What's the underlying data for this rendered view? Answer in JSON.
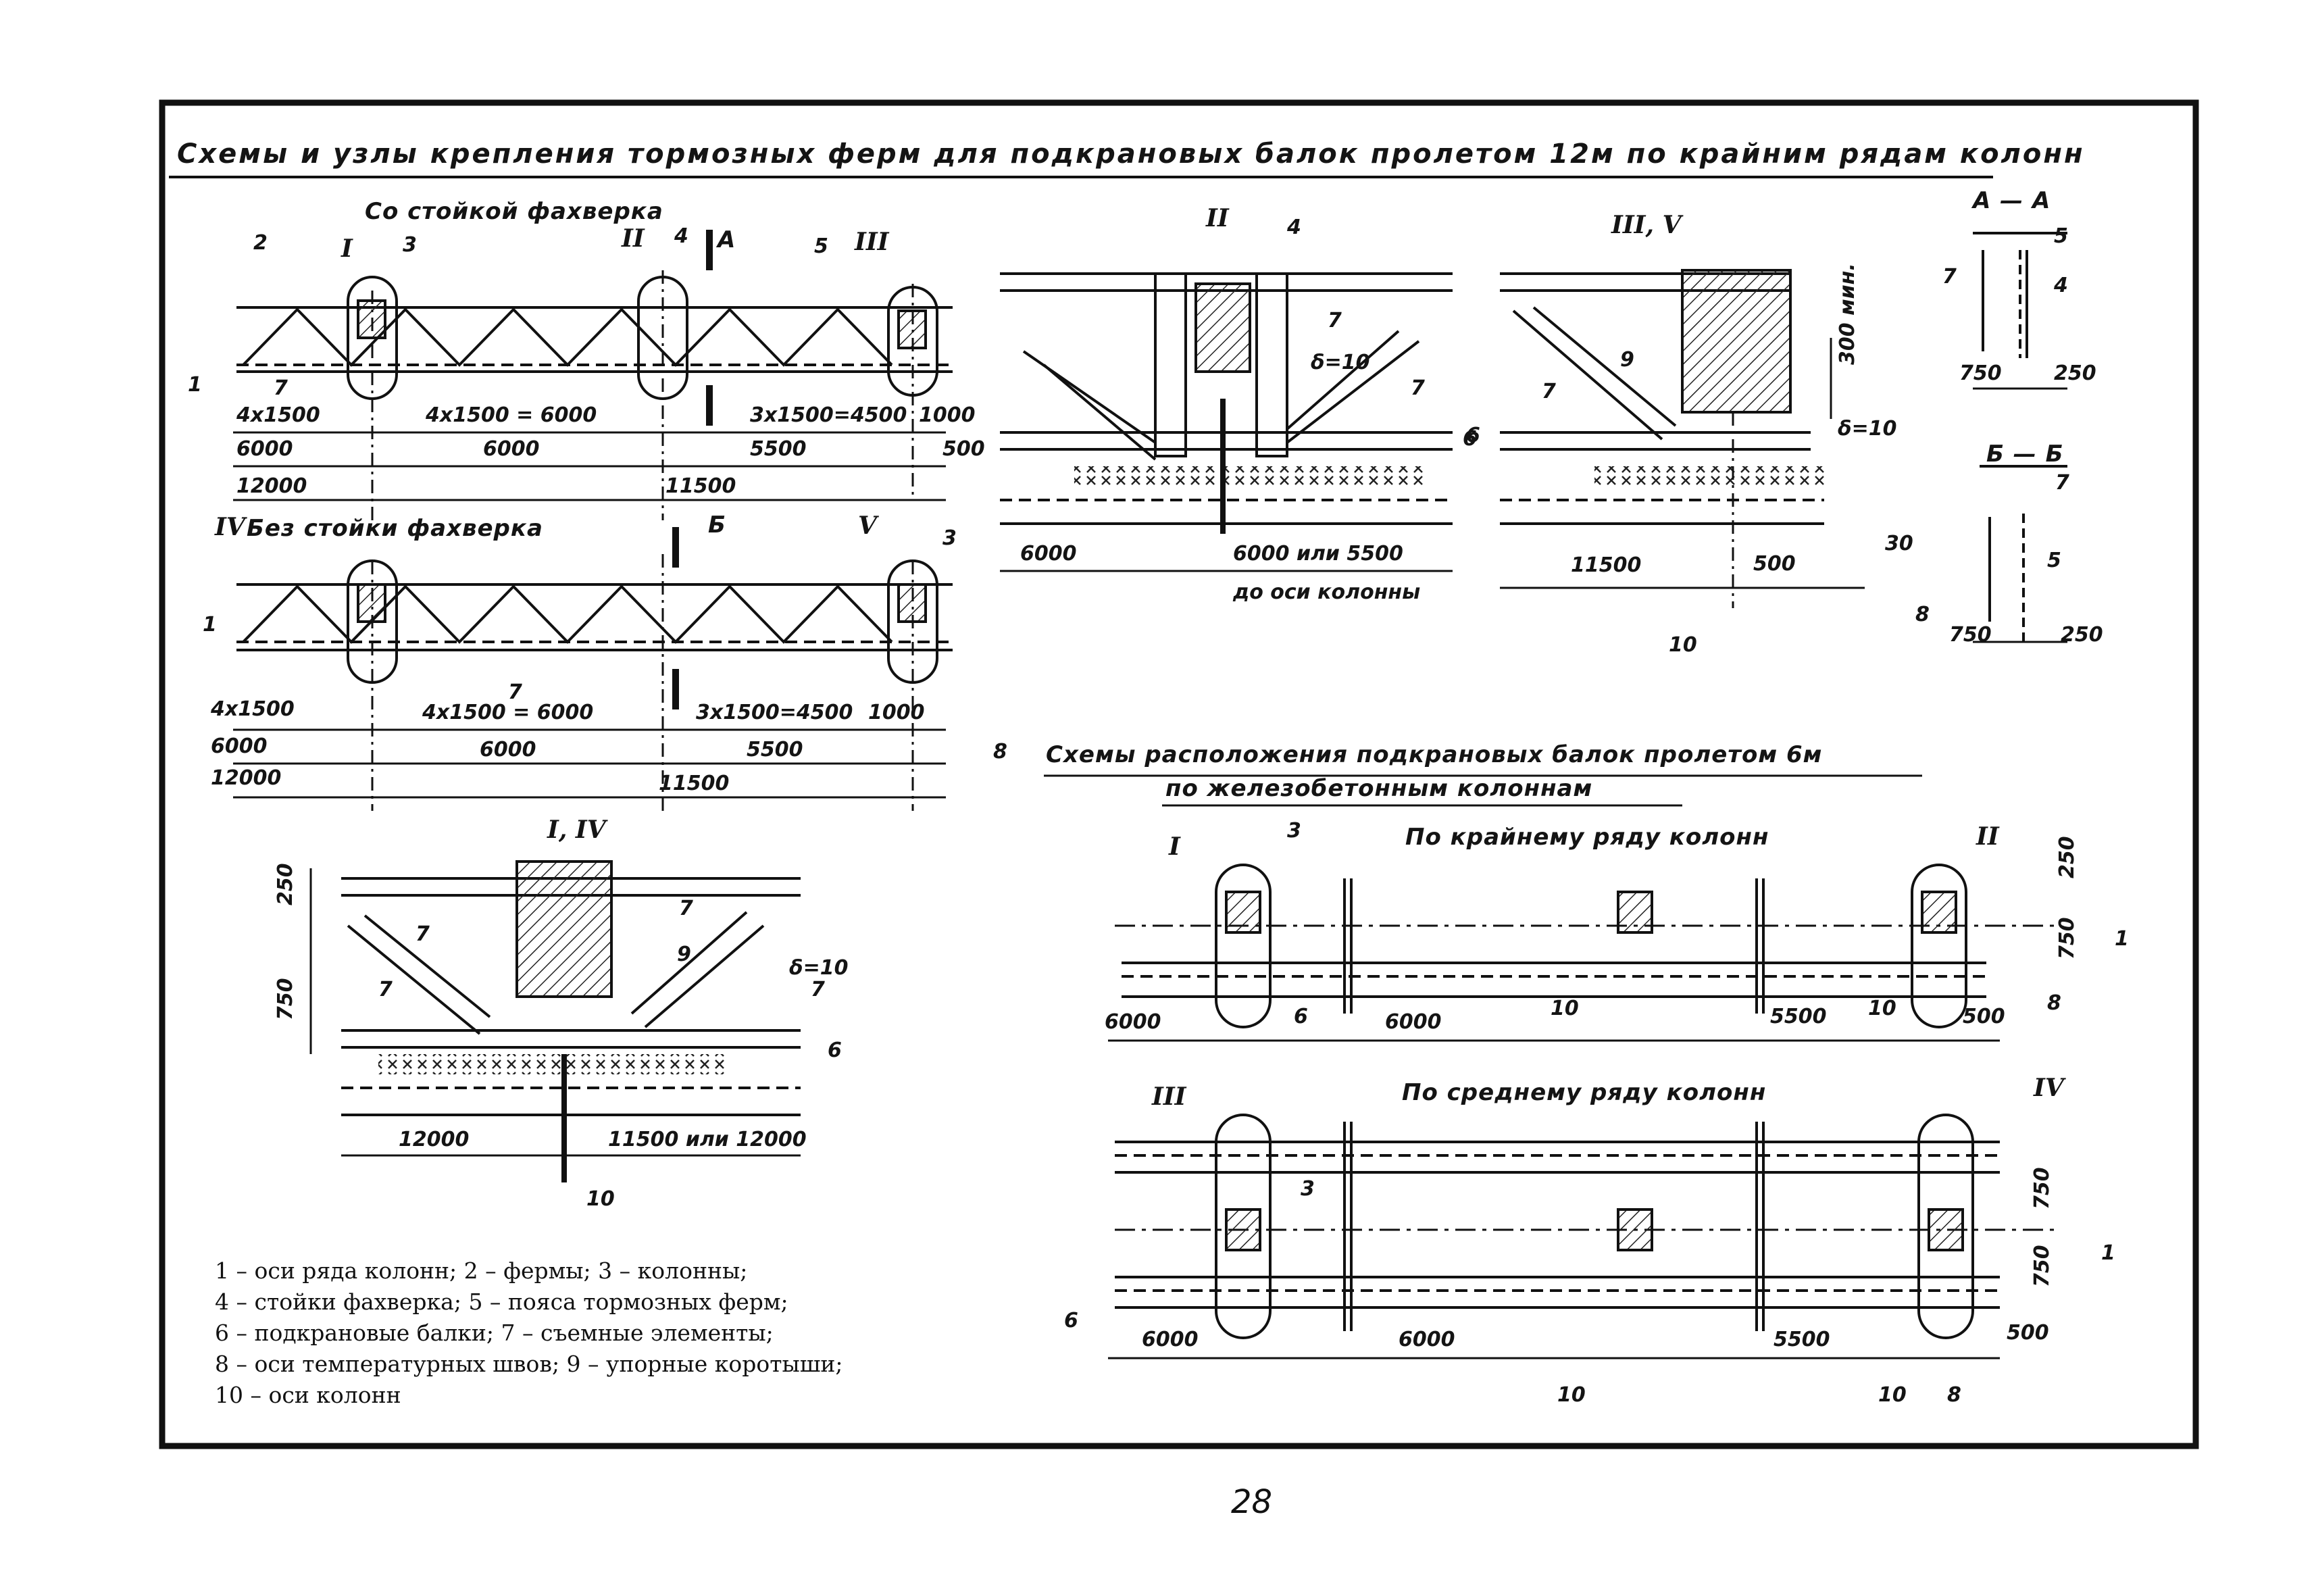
{
  "title": "Схемы и узлы крепления тормозных ферм для подкрановых балок пролетом 12м по крайним рядам колонн",
  "scheme_a": {
    "caption": "Со стойкой фахверка",
    "marks": [
      "I",
      "II",
      "III"
    ],
    "callouts": [
      "2",
      "3",
      "4",
      "5",
      "1",
      "7"
    ],
    "section_mark": "А",
    "dims_row1": [
      "4х1500",
      "4х1500 = 6000",
      "3х1500=4500",
      "1000"
    ],
    "dims_row2": [
      "6000",
      "6000",
      "5500",
      "500"
    ],
    "dims_row3": [
      "12000",
      "11500"
    ]
  },
  "scheme_b": {
    "caption": "Без стойки фахверка",
    "marks": [
      "IV",
      "V"
    ],
    "callouts": [
      "3",
      "1",
      "7",
      "8"
    ],
    "section_mark": "Б",
    "dims_row1": [
      "4х1500",
      "4х1500 = 6000",
      "3х1500=4500",
      "1000"
    ],
    "dims_row2": [
      "6000",
      "6000",
      "5500"
    ],
    "dims_row3": [
      "12000",
      "11500"
    ]
  },
  "node_ii": {
    "label": "II",
    "callouts": [
      "4",
      "7",
      "δ=10",
      "7",
      "6"
    ],
    "dims": [
      "6000",
      "6000 или 5500",
      "до оси колонны"
    ]
  },
  "node_iii_v": {
    "label": "III, V",
    "callouts": [
      "7",
      "9",
      "δ=10",
      "6",
      "8",
      "10"
    ],
    "dims": [
      "300 мин.",
      "11500",
      "500",
      "30"
    ]
  },
  "section_aa": {
    "label": "А — А",
    "callouts": [
      "7",
      "5",
      "4"
    ],
    "dims": [
      "750",
      "250"
    ]
  },
  "section_bb": {
    "label": "Б — Б",
    "callouts": [
      "7",
      "5"
    ],
    "dims": [
      "750",
      "250"
    ]
  },
  "node_i_iv": {
    "label": "I, IV",
    "callouts": [
      "7",
      "7",
      "9",
      "δ=10",
      "7",
      "7",
      "6",
      "10"
    ],
    "dims": [
      "250",
      "750",
      "12000",
      "11500 или 12000"
    ]
  },
  "scheme_6m": {
    "title_line1": "Схемы расположения подкрановых балок пролетом 6м",
    "title_line2": "по железобетонным колоннам",
    "edge_row": {
      "caption": "По крайнему ряду колонн",
      "marks": [
        "I",
        "II"
      ],
      "callouts": [
        "3",
        "6",
        "10",
        "10",
        "8",
        "1"
      ],
      "dims": [
        "6000",
        "6000",
        "5500",
        "500",
        "250",
        "750"
      ]
    },
    "middle_row": {
      "caption": "По среднему ряду колонн",
      "marks": [
        "III",
        "IV"
      ],
      "callouts": [
        "3",
        "6",
        "10",
        "10",
        "8",
        "1"
      ],
      "dims": [
        "6000",
        "6000",
        "5500",
        "500",
        "750",
        "750"
      ]
    }
  },
  "legend": [
    "1 – оси ряда колонн; 2 – фермы; 3 – колонны;",
    "4 – стойки фахверка; 5 – пояса тормозных ферм;",
    "6 – подкрановые балки; 7 – съемные элементы;",
    "8 – оси температурных швов; 9 – упорные коротыши;",
    "10 – оси колонн"
  ],
  "page_number": "28"
}
